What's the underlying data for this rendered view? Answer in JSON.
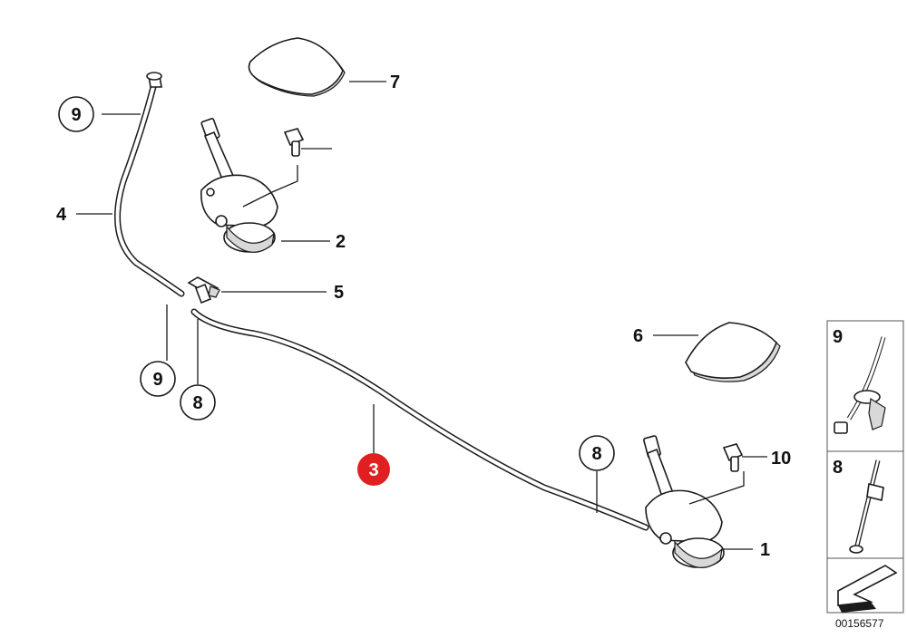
{
  "callouts": {
    "c1": "1",
    "c2": "2",
    "c3": "3",
    "c4": "4",
    "c5": "5",
    "c6": "6",
    "c7": "7",
    "c8a": "8",
    "c8b": "8",
    "c9a": "9",
    "c9b": "9",
    "c10": "10"
  },
  "legend": {
    "item9": "9",
    "item8": "8"
  },
  "reference_number": "00156577",
  "colors": {
    "highlight": "#e02020",
    "line": "#1a1a1a"
  }
}
